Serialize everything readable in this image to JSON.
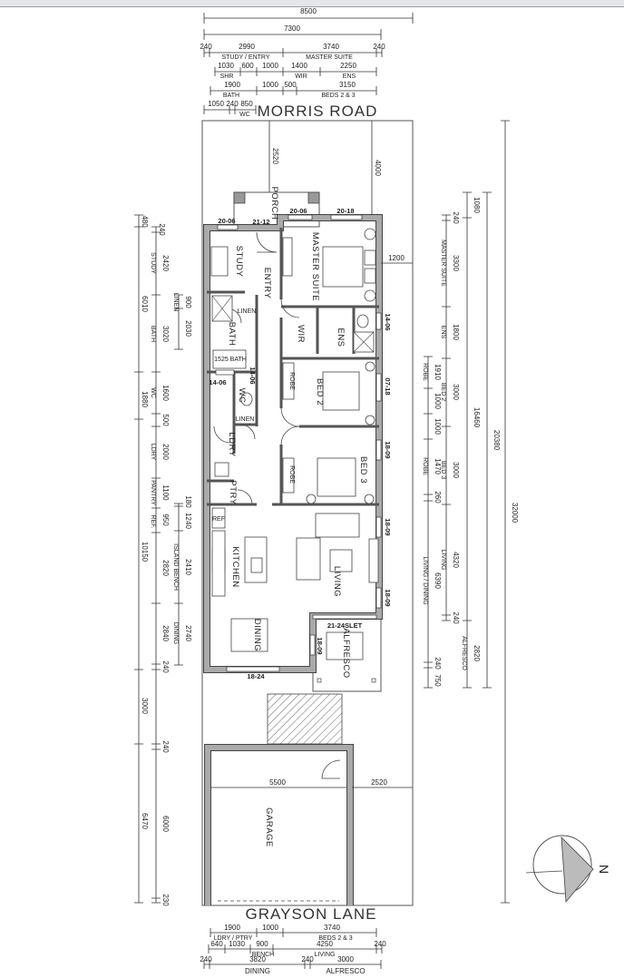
{
  "streets": {
    "top": "MORRIS ROAD",
    "bottom": "GRAYSON LANE"
  },
  "rooms": {
    "porch": "PORCH",
    "study": "STUDY",
    "entry": "ENTRY",
    "master": "MASTER SUITE",
    "wir": "WIR",
    "ens": "ENS",
    "bath": "BATH",
    "wc": "WC",
    "linen": "LINEN",
    "linen2": "LINEN",
    "bed2": "BED 2",
    "bed3": "BED 3",
    "robe": "ROBE",
    "robe2": "ROBE",
    "ldry": "LDRY",
    "ptry": "PTRY",
    "kitchen": "KITCHEN",
    "living": "LIVING",
    "dining": "DINING",
    "alfresco": "ALFRESCO",
    "garage": "GARAGE",
    "ref": "REF",
    "tub": "1525 BATH"
  },
  "windows": {
    "study": "20-06",
    "porch": "21-12",
    "master_front": "20-06",
    "master_front2": "20-18",
    "ens": "14-06",
    "bath": "14-06",
    "wc": "14-06",
    "bed2": "07-18",
    "bed3": "18-09",
    "living1": "18-09",
    "living2": "18-09",
    "living_slider": "21-24SLET",
    "alfresco": "18-09",
    "dining": "18-24"
  },
  "dims_top": {
    "overall": "8500",
    "house": "7300",
    "row3": [
      "240",
      "2990",
      "3740",
      "240"
    ],
    "row3_labels": [
      "STUDY / ENTRY",
      "MASTER SUITE"
    ],
    "row4": [
      "1030",
      "600",
      "1000",
      "1400",
      "2250"
    ],
    "row4_labels": [
      "SHR",
      "WIR",
      "ENS"
    ],
    "row5": [
      "1900",
      "1000",
      "500",
      "3150"
    ],
    "row5_labels": [
      "BATH",
      "BEDS 2 & 3"
    ],
    "row6": [
      "1050",
      "240",
      "850"
    ],
    "row6_labels": [
      "WC"
    ]
  },
  "dims_bottom": {
    "row1": [
      "1900",
      "1000",
      "3740"
    ],
    "row1_labels": [
      "LDRY / PTRY",
      "BEDS 2 & 3"
    ],
    "row2": [
      "640",
      "1030",
      "900",
      "4250",
      "240"
    ],
    "row2_labels": [
      "BENCH",
      "LIVING"
    ],
    "row3": [
      "240",
      "3820",
      "240",
      "3000"
    ],
    "row3_labels": [
      "DINING",
      "ALFRESCO"
    ]
  },
  "dims_left": {
    "outer": [
      "480",
      "6010",
      "1880",
      "10150",
      "3000",
      "6470"
    ],
    "middle": [
      "240",
      "2420",
      "3020",
      "1600",
      "500",
      "2000",
      "1100",
      "950",
      "2820",
      "2840",
      "240",
      "240",
      "6000",
      "230"
    ],
    "middle_labels": [
      "STUDY",
      "BATH",
      "WC",
      "LDRY",
      "PANTRY",
      "REF."
    ],
    "inner": [
      "900",
      "2030",
      "180",
      "1240",
      "2410",
      "2740"
    ],
    "inner_labels": [
      "LINEN",
      "ISLAND BENCH",
      "DINING"
    ]
  },
  "dims_right": {
    "inner": [
      "240",
      "3300",
      "1800",
      "3000",
      "3000",
      "4320",
      "240"
    ],
    "inner_labels": [
      "MASTER SUITE",
      "ENS",
      "BED 2",
      "BED 3",
      "LIVING"
    ],
    "robe": [
      "1910",
      "1000",
      "1000",
      "1470",
      "260",
      "6390",
      "240",
      "750"
    ],
    "robe_labels": [
      "ROBE",
      "ROBE",
      "LIVING / DINING"
    ],
    "mid": [
      "1080",
      "16460",
      "2820"
    ],
    "mid_labels": [
      "ALFRESCO"
    ],
    "outer2": "20380",
    "lot": "32000"
  },
  "dims_interior": {
    "porch_setback": "2520",
    "master_setback": "4000",
    "side": "1200",
    "garage_width": "5500",
    "garage_side": "2520"
  },
  "compass": {
    "north": "N"
  }
}
